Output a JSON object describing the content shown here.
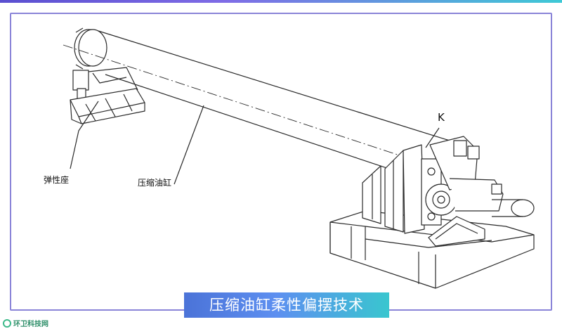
{
  "labels": {
    "elastic_seat": "弹性座",
    "cylinder": "压缩油缸",
    "detail_mark": "K"
  },
  "banner": {
    "title": "压缩油缸柔性偏摆技术"
  },
  "logo": {
    "text": "环卫科技网"
  },
  "colors": {
    "banner_start": "#4b73d8",
    "banner_end": "#39c6cf",
    "frame": "#8a84d8",
    "line": "#2a2a2a"
  }
}
